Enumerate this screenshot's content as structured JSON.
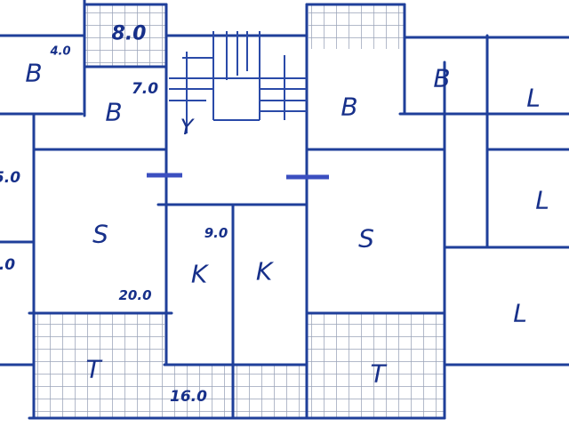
{
  "rooms": {
    "bath_left_outer": "B",
    "bath_left_inner": "B",
    "bath_right_inner": "B",
    "bath_right_outer": "B",
    "living_left": "S",
    "living_right": "S",
    "kitchen_left": "K",
    "kitchen_right": "K",
    "terrace_left": "T",
    "terrace_right": "T",
    "room_l1": "L",
    "room_l2": "L",
    "room_l3": "L",
    "stair_arrow": "Y"
  },
  "dimensions": {
    "d_8": "8.0",
    "d_4": "4.0",
    "d_7": "7.0",
    "d_5": "5.0",
    "d_edge": ".0",
    "d_9": "9.0",
    "d_20": "20.0",
    "d_16": "16.0"
  },
  "colors": {
    "ink": "#1f3f9a",
    "door": "#3b4fc0"
  }
}
